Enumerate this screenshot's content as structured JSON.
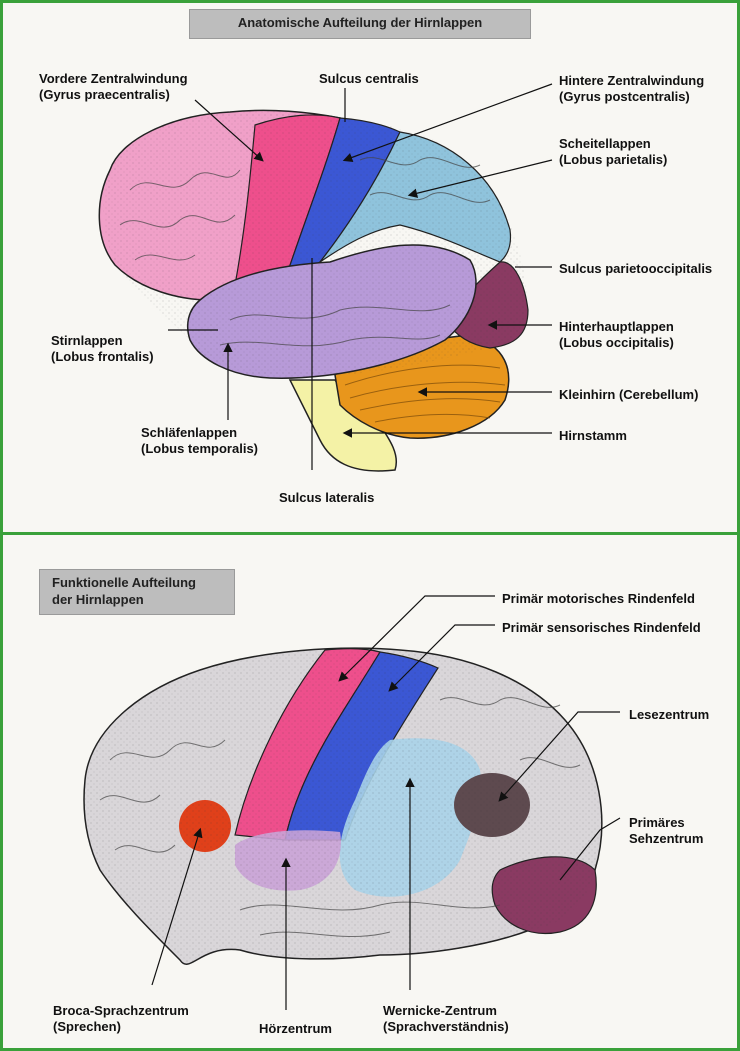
{
  "top_panel": {
    "title": "Anatomische Aufteilung der Hirnlappen",
    "labels": {
      "vordere_line1": "Vordere Zentralwindung",
      "vordere_line2": "(Gyrus praecentralis)",
      "sulcus_centralis": "Sulcus centralis",
      "hintere_line1": "Hintere Zentralwindung",
      "hintere_line2": "(Gyrus postcentralis)",
      "scheitel_line1": "Scheitellappen",
      "scheitel_line2": "(Lobus parietalis)",
      "sulcus_parieto": "Sulcus parietooccipitalis",
      "hinterhaupt_line1": "Hinterhauptlappen",
      "hinterhaupt_line2": "(Lobus occipitalis)",
      "kleinhirn": "Kleinhirn (Cerebellum)",
      "hirnstamm": "Hirnstamm",
      "sulcus_lateralis": "Sulcus lateralis",
      "schlaefen_line1": "Schläfenlappen",
      "schlaefen_line2": "(Lobus temporalis)",
      "stirn_line1": "Stirnlappen",
      "stirn_line2": "(Lobus frontalis)"
    }
  },
  "bottom_panel": {
    "title_line1": "Funktionelle Aufteilung",
    "title_line2": "der Hirnlappen",
    "labels": {
      "motor": "Primär motorisches Rindenfeld",
      "sensor": "Primär sensorisches Rindenfeld",
      "lese": "Lesezentrum",
      "seh_line1": "Primäres",
      "seh_line2": "Sehzentrum",
      "broca_line1": "Broca-Sprachzentrum",
      "broca_line2": "(Sprechen)",
      "hoer": "Hörzentrum",
      "wernicke_line1": "Wernicke-Zentrum",
      "wernicke_line2": "(Sprachverständnis)"
    }
  },
  "colors": {
    "frontal": "#f0a0c8",
    "motor": "#ee4f8c",
    "sensory": "#3b57d4",
    "parietal": "#8fc3dc",
    "temporal": "#b79ad8",
    "occipital": "#8a3a62",
    "cerebellum": "#e8961c",
    "brainstem": "#f4f2a6",
    "neutral_lobe": "#d9d6d9",
    "broca": "#e0401a",
    "lese": "#5e4a4f",
    "wernicke": "#a9d3e8",
    "hoer": "#c9a3d6",
    "frame": "#3aa13a"
  }
}
